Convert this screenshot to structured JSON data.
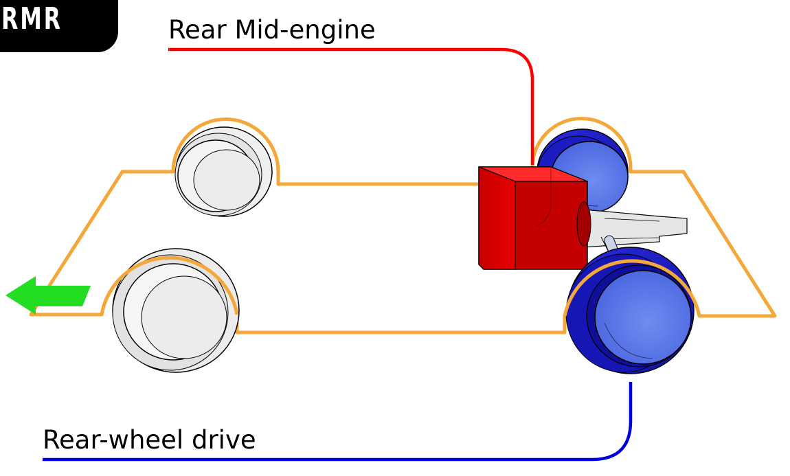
{
  "badge": {
    "text": "RMR"
  },
  "labels": {
    "engine": "Rear Mid-engine",
    "drive": "Rear-wheel drive"
  },
  "colors": {
    "chassis_outline": "#f5a83a",
    "engine_block": "#e00000",
    "engine_leader": "#ff0000",
    "drive_leader": "#0000dd",
    "driven_wheel": "#1f1fc8",
    "undriven_wheel": "#ececec",
    "direction_arrow": "#22dd22"
  },
  "icons": {
    "direction": "arrow-left-icon"
  }
}
